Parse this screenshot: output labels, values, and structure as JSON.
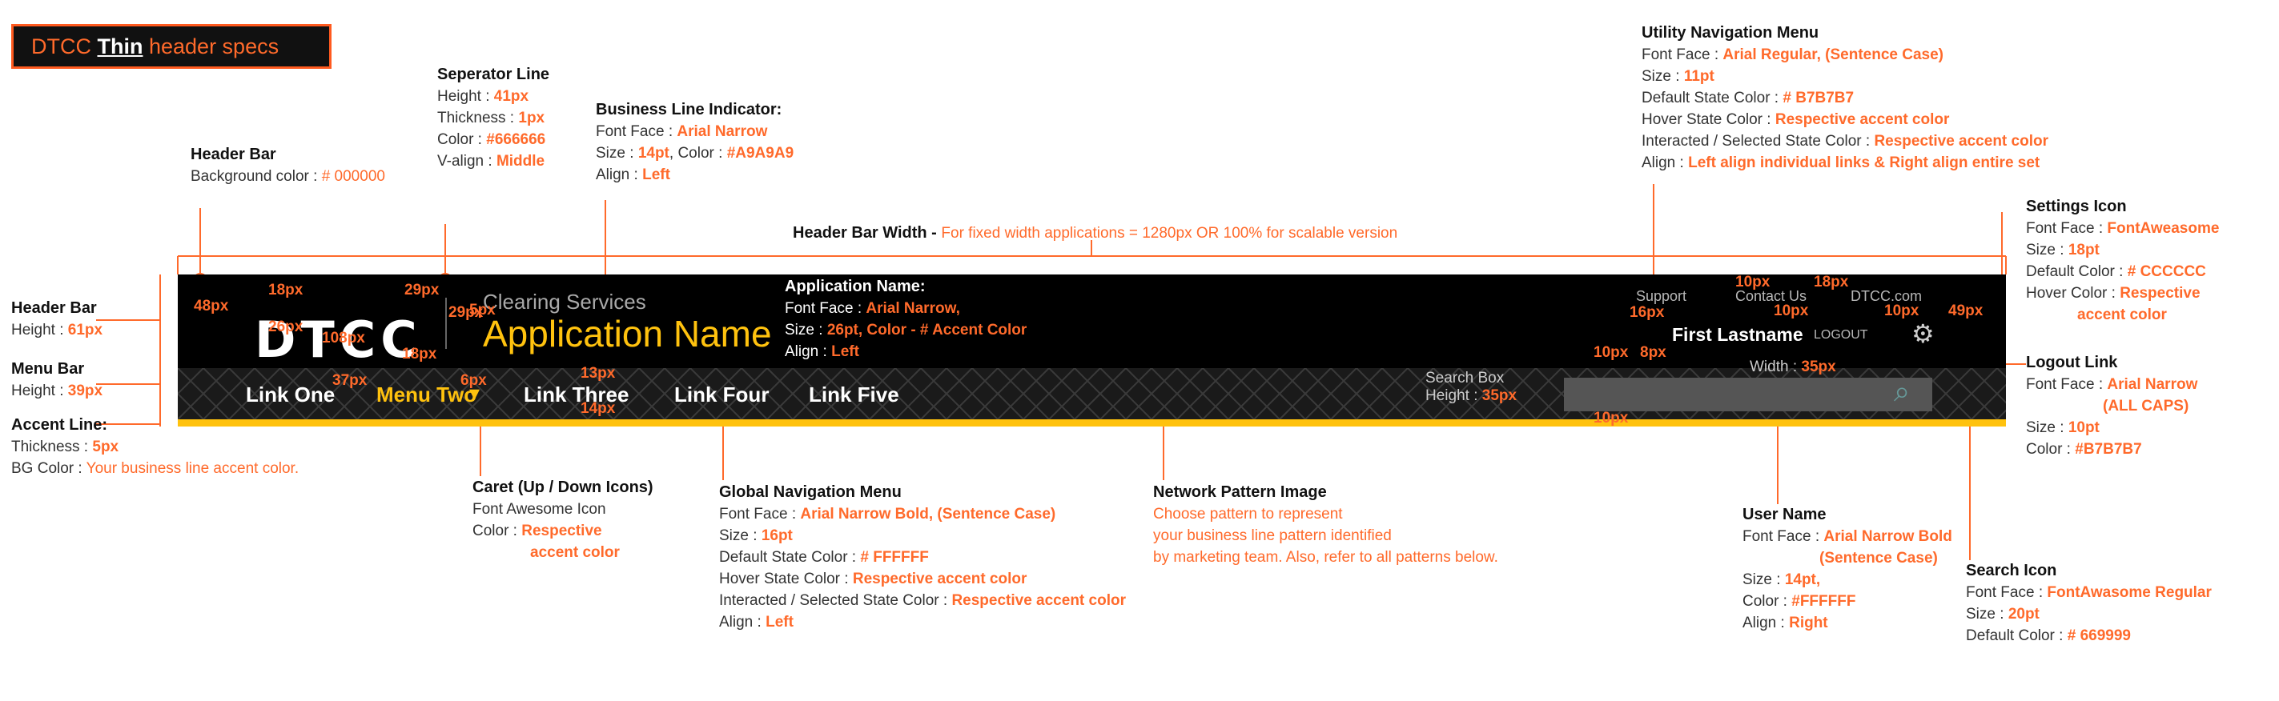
{
  "title": {
    "prefix": "DTCC ",
    "bold": "Thin",
    "suffix": " header specs"
  },
  "header_width": {
    "label": "Header Bar Width - ",
    "value": "For fixed width applications = 1280px OR 100% for scalable version"
  },
  "header_bar_bg": {
    "h": "Header Bar",
    "k": "Background color : ",
    "v": "# 000000"
  },
  "separator": {
    "h": "Seperator Line",
    "rows": [
      {
        "k": "Height : ",
        "v": "41px"
      },
      {
        "k": "Thickness : ",
        "v": "1px"
      },
      {
        "k": "Color : ",
        "v": "#666666"
      },
      {
        "k": "V-align : ",
        "v": "Middle"
      }
    ]
  },
  "business_line": {
    "h": "Business Line Indicator:",
    "r1k": "Font Face : ",
    "r1v": "Arial Narrow",
    "r2k": "Size : ",
    "r2v": "14pt",
    "r2k2": ", Color : ",
    "r2v2": "#A9A9A9",
    "r3k": "Align : ",
    "r3v": "Left"
  },
  "utility_nav": {
    "h": "Utility Navigation Menu",
    "rows": [
      {
        "k": "Font Face : ",
        "v": "Arial Regular, (Sentence Case)"
      },
      {
        "k": "Size : ",
        "v": "11pt"
      },
      {
        "k": "Default State Color : ",
        "v": "# B7B7B7"
      },
      {
        "k": "Hover State Color : ",
        "v": "Respective accent color"
      },
      {
        "k": "Interacted / Selected State Color : ",
        "v": "Respective accent color"
      },
      {
        "k": "Align : ",
        "v": "Left align individual links & Right align entire set"
      }
    ]
  },
  "settings_icon": {
    "h": "Settings Icon",
    "rows": [
      {
        "k": "Font Face : ",
        "v": "FontAweasome"
      },
      {
        "k": "Size : ",
        "v": "18pt"
      },
      {
        "k": "Default Color : ",
        "v": "# CCCCCC"
      },
      {
        "k": "Hover Color : ",
        "v": "Respective"
      },
      {
        "k": "",
        "v": "accent color"
      }
    ]
  },
  "header_height": {
    "h": "Header Bar",
    "k": "Height : ",
    "v": "61px"
  },
  "menu_height": {
    "h": "Menu Bar",
    "k": "Height : ",
    "v": "39px"
  },
  "accent_line": {
    "h": "Accent Line:",
    "r1k": "Thickness : ",
    "r1v": "5px",
    "r2k": "BG Color : ",
    "r2v": "Your business line accent color."
  },
  "app_name": {
    "h": "Application Name:",
    "r1k": "Font Face : ",
    "r1v": "Arial Narrow,",
    "r2k": "Size : ",
    "r2v": "26pt, Color - # Accent Color",
    "r3k": "Align : ",
    "r3v": "Left"
  },
  "logout_link": {
    "h": "Logout Link",
    "r1k": "Font Face : ",
    "r1v": "Arial Narrow",
    "r1v2": "(ALL CAPS)",
    "r2k": "Size : ",
    "r2v": "10pt",
    "r3k": "Color : ",
    "r3v": "#B7B7B7"
  },
  "caret": {
    "h": "Caret (Up / Down Icons)",
    "r1": "Font Awesome Icon",
    "r2k": "Color : ",
    "r2v": "Respective",
    "r3v": "accent color"
  },
  "global_nav": {
    "h": "Global Navigation Menu",
    "rows": [
      {
        "k": "Font Face : ",
        "v": "Arial Narrow Bold, (Sentence Case)"
      },
      {
        "k": "Size : ",
        "v": "16pt"
      },
      {
        "k": "Default State Color : ",
        "v": "# FFFFFF"
      },
      {
        "k": "Hover State Color : ",
        "v": "Respective accent color"
      },
      {
        "k": "Interacted / Selected State Color : ",
        "v": "Respective accent color"
      },
      {
        "k": "Align : ",
        "v": "Left"
      }
    ]
  },
  "network_pattern": {
    "h": "Network Pattern Image",
    "lines": [
      "Choose pattern to represent",
      "your business line pattern identified",
      "by marketing team.  Also, refer to all patterns below."
    ]
  },
  "user_name": {
    "h": "User Name",
    "r1k": "Font Face : ",
    "r1v": "Arial Narrow Bold",
    "r1v2": "(Sentence Case)",
    "r2k": "Size : ",
    "r2v": "14pt,",
    "r3k": "Color : ",
    "r3v": "#FFFFFF",
    "r4k": "Align : ",
    "r4v": "Right"
  },
  "search_icon": {
    "h": "Search Icon",
    "r1k": "Font Face : ",
    "r1v": "FontAwasome Regular",
    "r2k": "Size : ",
    "r2v": "20pt",
    "r3k": "Default Color : ",
    "r3v": "# 669999"
  },
  "search_box": {
    "l1": "Search Box",
    "l2k": "Height : ",
    "l2v": "35px",
    "width_k": "Width : ",
    "width_v": "35px"
  },
  "mockup": {
    "logo": "DTCC",
    "business_line": "Clearing Services",
    "app_name": "Application Name",
    "utility_links": [
      "Support",
      "Contact Us",
      "DTCC.com"
    ],
    "user": "First Lastname",
    "logout": "LOGOUT",
    "nav": [
      "Link One",
      "Menu Two",
      "Link Three",
      "Link Four",
      "Link Five"
    ],
    "caret": "▾",
    "gear": "⚙",
    "search_glyph": "⌕"
  },
  "dims": {
    "d48": "48px",
    "d18a": "18px",
    "d26": "26px",
    "d108": "108px",
    "d29a": "29px",
    "d5": "5px",
    "d29b": "29px",
    "d18b": "18px",
    "d37": "37px",
    "d6": "6px",
    "d13": "13px",
    "d14": "14px",
    "d10a": "10px",
    "d18c": "18px",
    "d16": "16px",
    "d10b": "10px",
    "d10c": "10px",
    "d49": "49px",
    "d10d": "10px",
    "d8": "8px",
    "d10e": "10px"
  },
  "colors": {
    "accent": "#ff6a2b",
    "bar": "#000000",
    "accent_line": "#ffc20e",
    "app_name": "#ffc20e"
  }
}
